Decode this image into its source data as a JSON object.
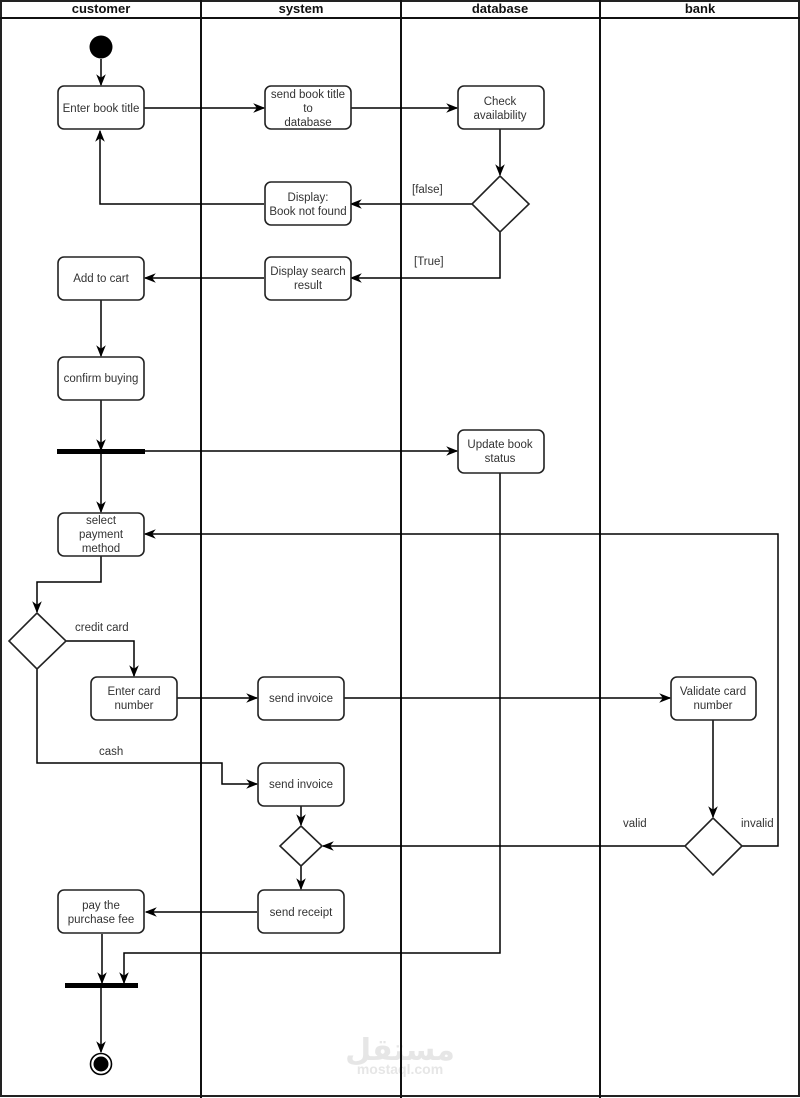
{
  "diagram": {
    "type": "uml-activity-swimlane",
    "lanes": [
      {
        "id": "customer",
        "title": "customer"
      },
      {
        "id": "system",
        "title": "system"
      },
      {
        "id": "database",
        "title": "database"
      },
      {
        "id": "bank",
        "title": "bank"
      }
    ],
    "nodes": [
      {
        "id": "start",
        "kind": "initial",
        "lane": "customer"
      },
      {
        "id": "enter_title",
        "kind": "action",
        "lane": "customer",
        "lines": [
          "Enter book title"
        ]
      },
      {
        "id": "send_title",
        "kind": "action",
        "lane": "system",
        "lines": [
          "send book title",
          "to",
          "database"
        ]
      },
      {
        "id": "check_avail",
        "kind": "action",
        "lane": "database",
        "lines": [
          "Check",
          "availability"
        ]
      },
      {
        "id": "dec_avail",
        "kind": "decision",
        "lane": "database"
      },
      {
        "id": "not_found",
        "kind": "action",
        "lane": "system",
        "lines": [
          "Display:",
          "Book not found"
        ]
      },
      {
        "id": "search_result",
        "kind": "action",
        "lane": "system",
        "lines": [
          "Display search",
          "result"
        ]
      },
      {
        "id": "add_cart",
        "kind": "action",
        "lane": "customer",
        "lines": [
          "Add to cart"
        ]
      },
      {
        "id": "confirm",
        "kind": "action",
        "lane": "customer",
        "lines": [
          "confirm buying"
        ]
      },
      {
        "id": "fork1",
        "kind": "fork",
        "lane": "customer"
      },
      {
        "id": "update_status",
        "kind": "action",
        "lane": "database",
        "lines": [
          "Update book",
          "status"
        ]
      },
      {
        "id": "select_pay",
        "kind": "action",
        "lane": "customer",
        "lines": [
          "select",
          "payment",
          "method"
        ]
      },
      {
        "id": "dec_pay",
        "kind": "decision",
        "lane": "customer"
      },
      {
        "id": "enter_card",
        "kind": "action",
        "lane": "customer",
        "lines": [
          "Enter card",
          "number"
        ]
      },
      {
        "id": "invoice1",
        "kind": "action",
        "lane": "system",
        "lines": [
          "send invoice"
        ]
      },
      {
        "id": "invoice2",
        "kind": "action",
        "lane": "system",
        "lines": [
          "send invoice"
        ]
      },
      {
        "id": "validate",
        "kind": "action",
        "lane": "bank",
        "lines": [
          "Validate card",
          "number"
        ]
      },
      {
        "id": "dec_valid",
        "kind": "decision",
        "lane": "bank"
      },
      {
        "id": "merge",
        "kind": "merge",
        "lane": "system"
      },
      {
        "id": "receipt",
        "kind": "action",
        "lane": "system",
        "lines": [
          "send  receipt"
        ]
      },
      {
        "id": "pay_fee",
        "kind": "action",
        "lane": "customer",
        "lines": [
          "pay the",
          "purchase fee"
        ]
      },
      {
        "id": "join",
        "kind": "join",
        "lane": "customer"
      },
      {
        "id": "end",
        "kind": "final",
        "lane": "customer"
      }
    ],
    "guards": {
      "false": "[false]",
      "true": "[True]",
      "credit": "credit card",
      "cash": "cash",
      "valid": "valid",
      "invalid": "invalid"
    },
    "edges": [
      {
        "from": "start",
        "to": "enter_title"
      },
      {
        "from": "enter_title",
        "to": "send_title"
      },
      {
        "from": "send_title",
        "to": "check_avail"
      },
      {
        "from": "check_avail",
        "to": "dec_avail"
      },
      {
        "from": "dec_avail",
        "to": "not_found",
        "guard": "[false]"
      },
      {
        "from": "not_found",
        "to": "enter_title"
      },
      {
        "from": "dec_avail",
        "to": "search_result",
        "guard": "[True]"
      },
      {
        "from": "search_result",
        "to": "add_cart"
      },
      {
        "from": "add_cart",
        "to": "confirm"
      },
      {
        "from": "confirm",
        "to": "fork1"
      },
      {
        "from": "fork1",
        "to": "update_status"
      },
      {
        "from": "fork1",
        "to": "select_pay"
      },
      {
        "from": "select_pay",
        "to": "dec_pay"
      },
      {
        "from": "dec_pay",
        "to": "enter_card",
        "guard": "credit card"
      },
      {
        "from": "dec_pay",
        "to": "invoice2",
        "guard": "cash"
      },
      {
        "from": "enter_card",
        "to": "invoice1"
      },
      {
        "from": "invoice1",
        "to": "validate"
      },
      {
        "from": "validate",
        "to": "dec_valid"
      },
      {
        "from": "dec_valid",
        "to": "merge",
        "guard": "valid"
      },
      {
        "from": "dec_valid",
        "to": "select_pay",
        "guard": "invalid"
      },
      {
        "from": "invoice2",
        "to": "merge"
      },
      {
        "from": "merge",
        "to": "receipt"
      },
      {
        "from": "receipt",
        "to": "pay_fee"
      },
      {
        "from": "pay_fee",
        "to": "join"
      },
      {
        "from": "update_status",
        "to": "join"
      },
      {
        "from": "join",
        "to": "end"
      }
    ]
  },
  "watermark": {
    "arabic": "مستقل",
    "latin": "mostaql.com"
  }
}
